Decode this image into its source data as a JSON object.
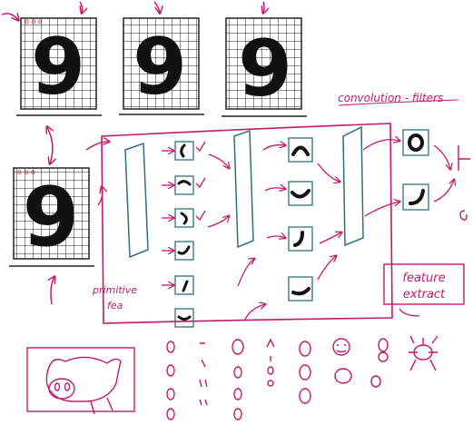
{
  "colors": {
    "ink": "#111111",
    "grid": "#222222",
    "magenta": "#c2186e",
    "teal": "#2f6f86",
    "red": "#d02020"
  },
  "digits": {
    "top": [
      "9",
      "9",
      "9"
    ],
    "left": "9"
  },
  "annotations": {
    "filters": "convolution - filters",
    "primitive_line1": "primitive",
    "primitive_line2": "fea",
    "feature_line1": "feature",
    "feature_line2": "extract"
  }
}
